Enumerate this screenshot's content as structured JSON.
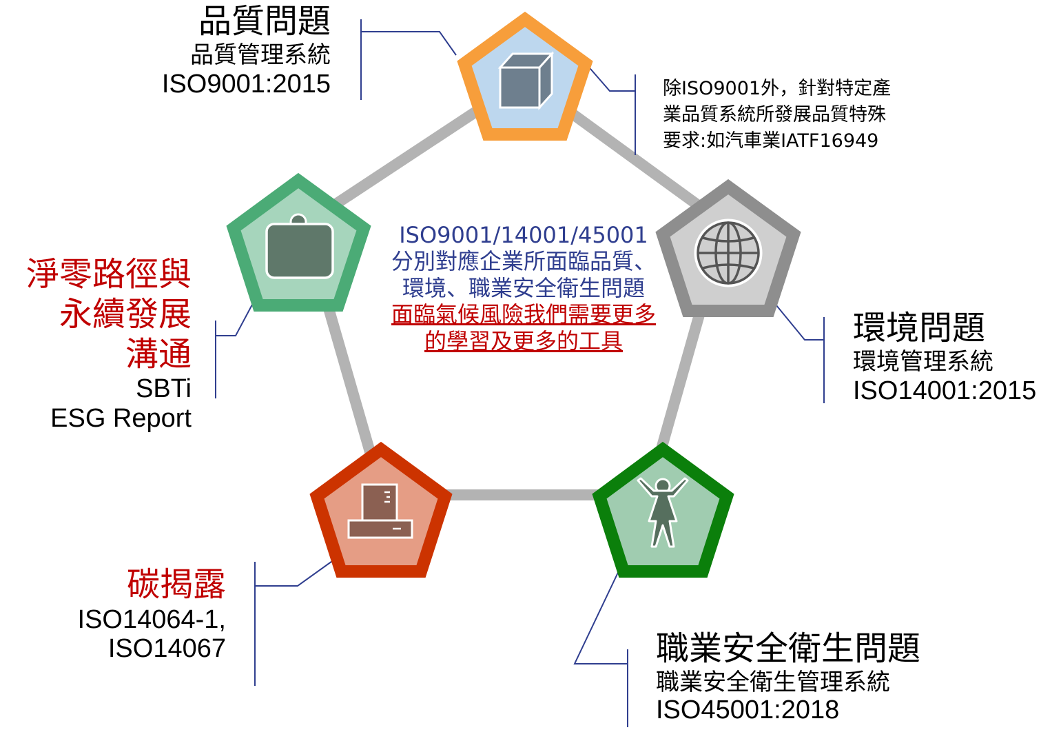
{
  "center": {
    "line1": "ISO9001/14001/45001",
    "line2": "分別對應企業所面臨品質、",
    "line3": "環境、職業安全衛生問題",
    "line4": "面臨氣候風險我們需要更多",
    "line5": "的學習及更多的工具"
  },
  "quality": {
    "title": "品質問題",
    "subtitle": "品質管理系統",
    "standard": "ISO9001:2015"
  },
  "quality_note": {
    "line1": "除ISO9001外，針對特定產",
    "line2": "業品質系統所發展品質特殊",
    "line3": "要求:如汽車業IATF16949"
  },
  "environment": {
    "title": "環境問題",
    "subtitle": "環境管理系統",
    "standard": "ISO14001:2015"
  },
  "safety": {
    "title": "職業安全衛生問題",
    "subtitle": "職業安全衛生管理系統",
    "standard": "ISO45001:2018"
  },
  "carbon": {
    "title": "碳揭露",
    "standard1": "ISO14064-1,",
    "standard2": "ISO14067"
  },
  "netzero": {
    "title1": "淨零路徑與",
    "title2": "永續發展",
    "title3": "溝通",
    "item1": "SBTi",
    "item2": "ESG Report"
  },
  "icons": {
    "quality": "cube-icon",
    "environment": "globe-icon",
    "safety": "person-icon",
    "carbon": "cash-register-icon",
    "netzero": "briefcase-icon"
  },
  "colors": {
    "quality_border": "#f79e3b",
    "quality_fill": "#bdd7ee",
    "environment_border": "#8e8e8e",
    "environment_fill": "#cfcfcf",
    "safety_border": "#0b7f0b",
    "safety_fill": "#a0ccb0",
    "carbon_border": "#cc3300",
    "carbon_fill": "#e59d85",
    "netzero_border": "#4bab76",
    "netzero_fill": "#a6d5bc",
    "ring": "#b3b3b3",
    "connector": "#2f3e8f",
    "accent_red": "#c00000"
  }
}
